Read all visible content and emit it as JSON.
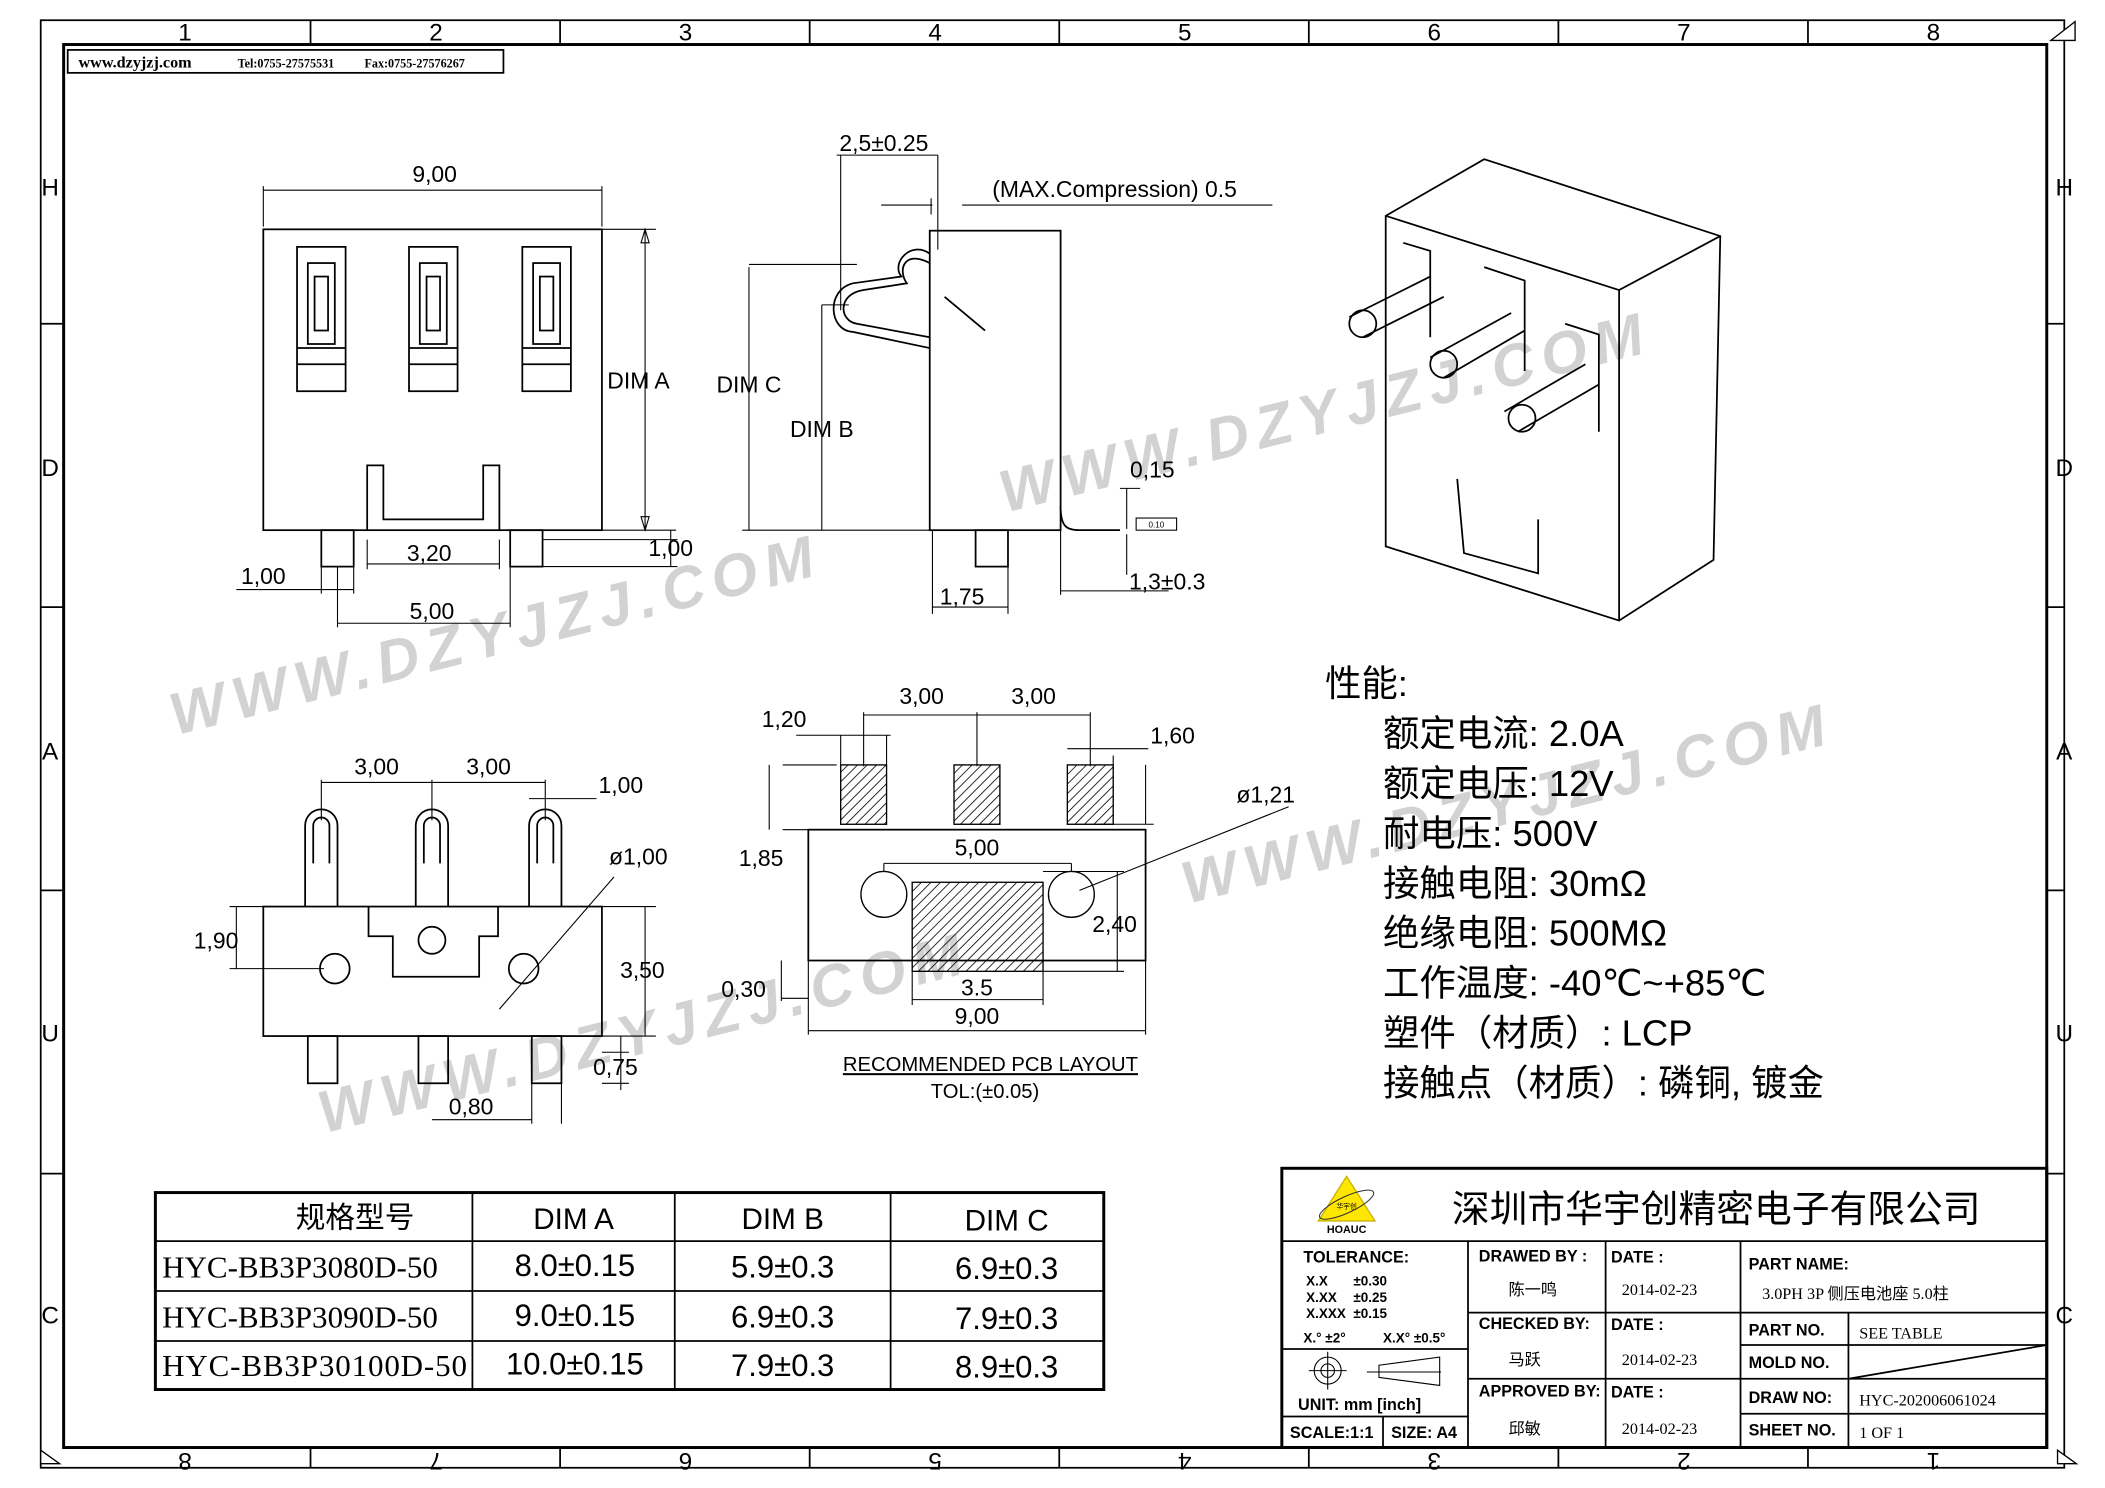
{
  "header": {
    "website": "www.dzyjzj.com",
    "tel": "Tel:0755-27575531",
    "fax": "Fax:0755-27576267"
  },
  "grid": {
    "columns": [
      "1",
      "2",
      "3",
      "4",
      "5",
      "6",
      "7",
      "8"
    ],
    "rows": [
      "H",
      "D",
      "A",
      "U",
      "C"
    ],
    "bottom_columns": [
      "8",
      "7",
      "6",
      "5",
      "4",
      "3",
      "2",
      "1"
    ]
  },
  "watermark": "WWW.DZYJZJ.COM",
  "front_view": {
    "width": "9,00",
    "dim_a": "DIM  A",
    "pin_width": "1,00",
    "inner": "3,20",
    "pin_height": "1,00",
    "pitch": "5,00"
  },
  "side_view": {
    "spring": "2,5±0.25",
    "compression": "(MAX.Compression)  0.5",
    "dim_c": "DIM  C",
    "dim_b": "DIM  B",
    "thickness": "0,15",
    "flatness": "0.10",
    "lead": "1,3±0.3",
    "offset": "1,75"
  },
  "bottom_view": {
    "pitch1": "3,00",
    "pitch2": "3,00",
    "contact_w": "1,00",
    "hole": "ø1,00",
    "hole_h": "1,90",
    "height": "3,50",
    "pin_h": "0,75",
    "pin_w": "0,80"
  },
  "pcb": {
    "pitch1": "3,00",
    "pitch2": "3,00",
    "pad_w": "1,20",
    "pad_h": "1,60",
    "hole": "ø1,21",
    "hole_spacing": "5,00",
    "pad_offset": "1,85",
    "center_h": "2,40",
    "edge": "0,30",
    "center_w": "3.5",
    "width": "9,00",
    "title": "RECOMMENDED  PCB  LAYOUT",
    "tol": "TOL:(±0.05)"
  },
  "specs": {
    "title": "性能:",
    "items": [
      "额定电流: 2.0A",
      "额定电压: 12V",
      "耐电压: 500V",
      "接触电阻: 30mΩ",
      "绝缘电阻: 500MΩ",
      "工作温度: -40℃~+85℃",
      "塑件（材质）: LCP",
      "接触点（材质）: 磷铜, 镀金"
    ]
  },
  "table": {
    "headers": [
      "规格型号",
      "DIM  A",
      "DIM  B",
      "DIM  C"
    ],
    "rows": [
      [
        "HYC-BB3P3080D-50",
        "8.0±0.15",
        "5.9±0.3",
        "6.9±0.3"
      ],
      [
        "HYC-BB3P3090D-50",
        "9.0±0.15",
        "6.9±0.3",
        "7.9±0.3"
      ],
      [
        "HYC-BB3P30100D-50",
        "10.0±0.15",
        "7.9±0.3",
        "8.9±0.3"
      ]
    ]
  },
  "title_block": {
    "logo_text": "HOAUC",
    "logo_cn": "华宇创",
    "company": "深圳市华宇创精密电子有限公司",
    "tolerance_label": "TOLERANCE:",
    "tolerances": [
      [
        "X.X",
        "±0.30"
      ],
      [
        "X.XX",
        "±0.25"
      ],
      [
        "X.XXX",
        "±0.15"
      ]
    ],
    "angle_tol": [
      "X.° ±2°",
      "X.X° ±0.5°"
    ],
    "unit": "UNIT:  mm  [inch]",
    "scale": "SCALE:1:1",
    "size": "SIZE:  A4",
    "drawed_by_label": "DRAWED  BY :",
    "drawed_by": "陈一鸣",
    "checked_by_label": "CHECKED  BY:",
    "checked_by": "马跃",
    "approved_by_label": "APPROVED  BY:",
    "approved_by": "邱敏",
    "date_label": "DATE  :",
    "dates": [
      "2014-02-23",
      "2014-02-23",
      "2014-02-23"
    ],
    "part_name_label": "PART  NAME:",
    "part_name": "3.0PH 3P 侧压电池座 5.0柱",
    "part_no_label": "PART  NO.",
    "part_no": "SEE  TABLE",
    "mold_no_label": "MOLD  NO.",
    "draw_no_label": "DRAW  NO:",
    "draw_no": "HYC-202006061024",
    "sheet_no_label": "SHEET  NO.",
    "sheet_no": "1  OF  1"
  }
}
